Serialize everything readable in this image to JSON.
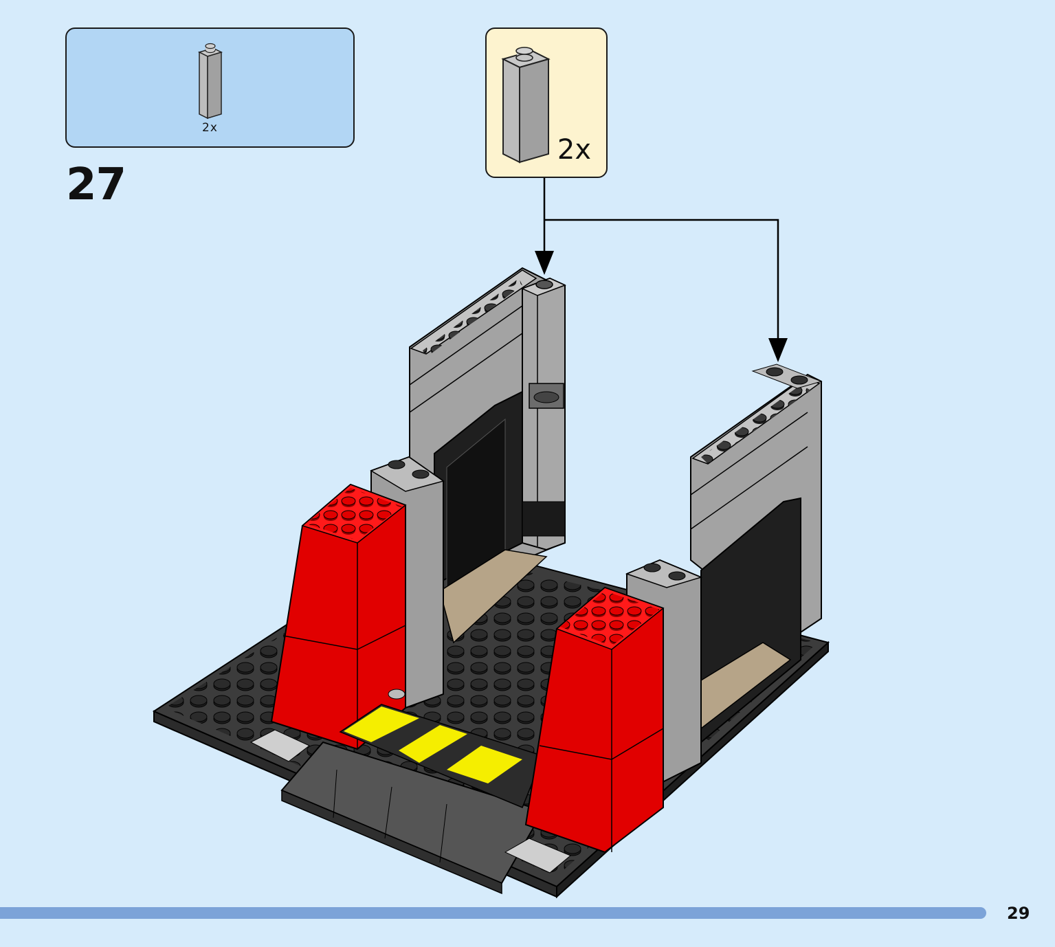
{
  "parts_list": {
    "quantity": "2x",
    "part": "gray-1x1x3-brick-icon"
  },
  "step": {
    "number": "27"
  },
  "callout": {
    "quantity": "2x",
    "part": "gray-1x1x3-brick-icon"
  },
  "model": {
    "icon": "lego-gate-model-icon"
  },
  "footer": {
    "page_number": "29"
  },
  "colors": {
    "background": "#d6ebfb",
    "parts_panel": "#b2d6f4",
    "callout_panel": "#fdf3cf",
    "brick_gray": "#a3a3a3",
    "brick_red": "#e10000",
    "baseplate": "#3c3c3c",
    "hazard_yellow": "#f5ee00",
    "footer_bar": "#7ca3d8"
  }
}
